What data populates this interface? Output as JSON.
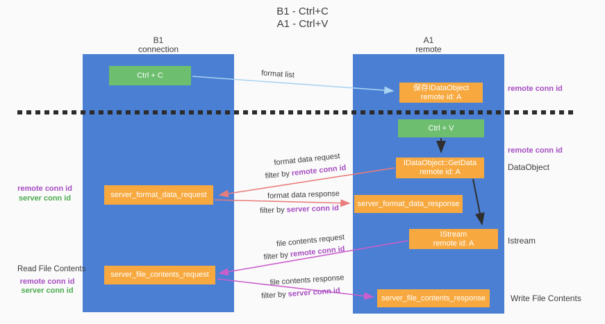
{
  "title": {
    "line1": "B1 - Ctrl+C",
    "line2": "A1 - Ctrl+V"
  },
  "lanes": {
    "left": {
      "name": "B1",
      "role": "connection"
    },
    "right": {
      "name": "A1",
      "role": "remote"
    }
  },
  "boxes": {
    "ctrl_c": {
      "label": "Ctrl + C"
    },
    "ctrl_v": {
      "label": "Ctrl + V"
    },
    "save_dataobject": {
      "line1": "保存IDataObject",
      "line2": "remote id: A"
    },
    "getdata": {
      "line1": "IDataObject::GetData",
      "line2": "remote id: A"
    },
    "istream": {
      "line1": "IStream",
      "line2": "remote id: A"
    },
    "server_format_data_request": {
      "label": "server_format_data_request"
    },
    "server_format_data_response": {
      "label": "server_format_data_response"
    },
    "server_file_contents_request": {
      "label": "server_file_contents_request"
    },
    "server_file_contents_response": {
      "label": "server_file_contents_response"
    }
  },
  "flow_labels": {
    "format_list": "format list",
    "format_data_request": "format data request",
    "filter_remote_1": {
      "prefix": "filter by ",
      "key": "remote conn id"
    },
    "format_data_response": "format data response",
    "filter_server_1": {
      "prefix": "filter by ",
      "key": "server conn id"
    },
    "file_contents_request": "file contents request",
    "filter_remote_2": {
      "prefix": "filter by ",
      "key": "remote conn id"
    },
    "file_contents_response": "file contents response",
    "filter_server_2": {
      "prefix": "filter by ",
      "key": "server conn id"
    }
  },
  "annotations": {
    "right_remote_conn_id_1": "remote conn id",
    "right_remote_conn_id_2": "remote conn id",
    "dataobject": "DataObject",
    "istream": "Istream",
    "write_file_contents": "Write File Contents",
    "left_remote_conn_id_1": "remote conn id",
    "left_server_conn_id_1": "server conn id",
    "read_file_contents": "Read File Contents",
    "left_remote_conn_id_2": "remote conn id",
    "left_server_conn_id_2": "server conn id"
  },
  "colors": {
    "lane_blue": "#4b7fd3",
    "box_green": "#6dbe6e",
    "box_orange": "#f7a940",
    "arrow_lightblue": "#a9d3f1",
    "arrow_red": "#e97c7c",
    "arrow_magenta": "#cb5ecb",
    "arrow_black": "#2f2f2f",
    "text_purple": "#a64dc1",
    "text_green": "#4cab50"
  }
}
